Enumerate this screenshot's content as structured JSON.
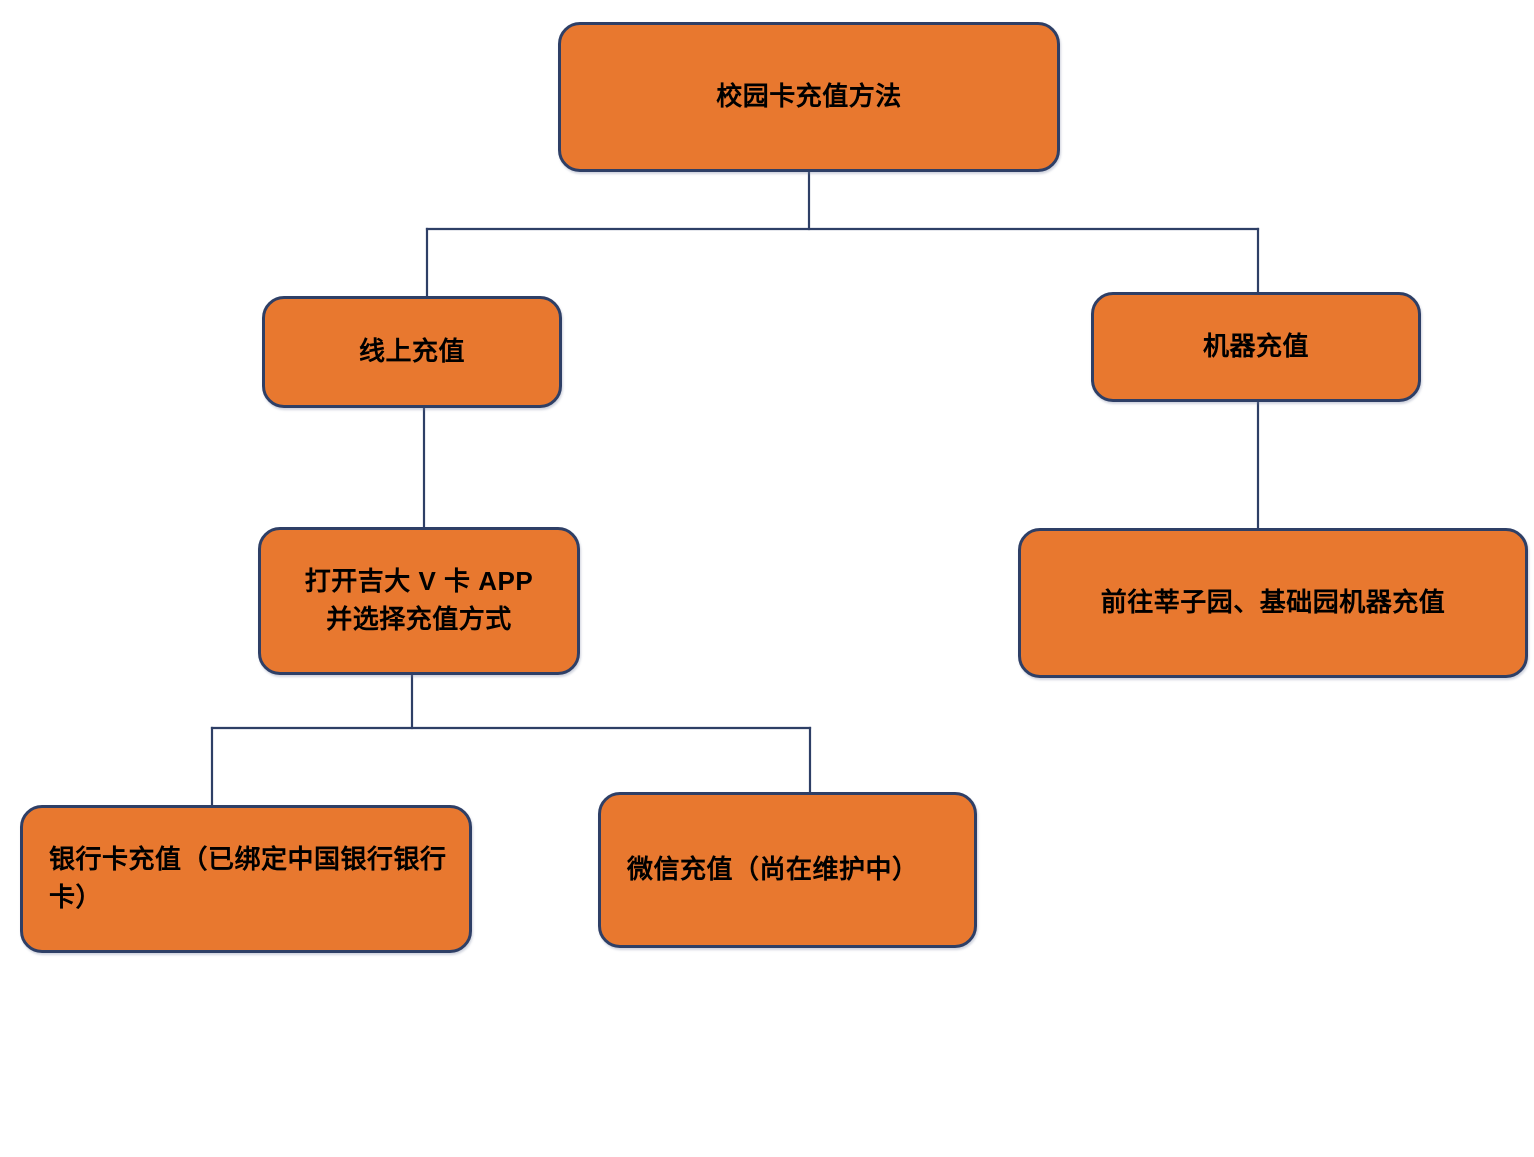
{
  "diagram": {
    "type": "flowchart",
    "title": "校园卡充值方法",
    "orientation": "top-down",
    "colors": {
      "node_fill": "#e8782f",
      "node_border": "#2e3f66",
      "connector": "#2e3f66",
      "text": "#000000",
      "background": "#ffffff"
    },
    "nodes": [
      {
        "id": "root",
        "label": "校园卡充值方法",
        "level": 0
      },
      {
        "id": "online",
        "label": "线上充值",
        "level": 1
      },
      {
        "id": "machine",
        "label": "机器充值",
        "level": 1
      },
      {
        "id": "app",
        "label": "打开吉大 V 卡 APP\n并选择充值方式",
        "level": 2
      },
      {
        "id": "goto",
        "label": "前往莘子园、基础园机器充值",
        "level": 2
      },
      {
        "id": "bank",
        "label": "银行卡充值（已绑定中国银行银行卡）",
        "level": 3
      },
      {
        "id": "wechat",
        "label": "微信充值（尚在维护中）",
        "level": 3
      }
    ],
    "edges": [
      {
        "from": "root",
        "to": "online"
      },
      {
        "from": "root",
        "to": "machine"
      },
      {
        "from": "online",
        "to": "app"
      },
      {
        "from": "machine",
        "to": "goto"
      },
      {
        "from": "app",
        "to": "bank"
      },
      {
        "from": "app",
        "to": "wechat"
      }
    ]
  }
}
